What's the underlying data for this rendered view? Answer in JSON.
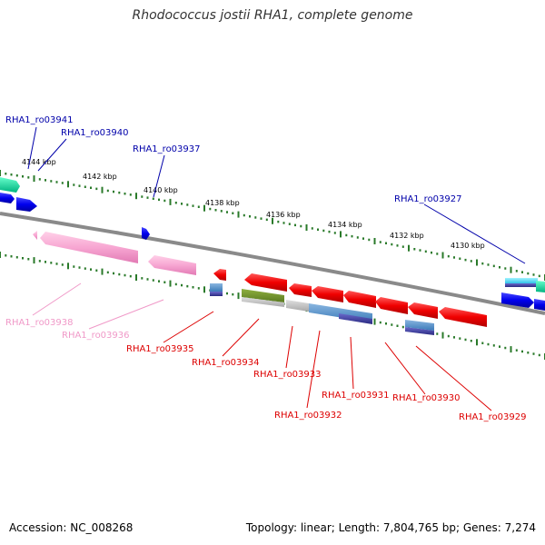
{
  "title": "Rhodococcus jostii RHA1, complete genome",
  "footer": {
    "accession": "Accession: NC_008268",
    "summary": "Topology: linear; Length: 7,804,765 bp; Genes: 7,274"
  },
  "colors": {
    "backbone": "#8a8a8a",
    "ticks": "#2a7a2a",
    "blue_label": "#0000aa",
    "pink_label": "#f099c8",
    "red_label": "#dd0000"
  },
  "scale_labels": [
    {
      "text": "4144 kbp",
      "kbp": 4144
    },
    {
      "text": "4142 kbp",
      "kbp": 4142
    },
    {
      "text": "4140 kbp",
      "kbp": 4140
    },
    {
      "text": "4138 kbp",
      "kbp": 4138
    },
    {
      "text": "4136 kbp",
      "kbp": 4136
    },
    {
      "text": "4134 kbp",
      "kbp": 4134
    },
    {
      "text": "4132 kbp",
      "kbp": 4132
    },
    {
      "text": "4130 kbp",
      "kbp": 4130
    }
  ],
  "gene_labels": [
    {
      "name": "RHA1_ro03941",
      "color": "blue"
    },
    {
      "name": "RHA1_ro03940",
      "color": "blue"
    },
    {
      "name": "RHA1_ro03937",
      "color": "blue"
    },
    {
      "name": "RHA1_ro03927",
      "color": "blue"
    },
    {
      "name": "RHA1_ro03938",
      "color": "pink"
    },
    {
      "name": "RHA1_ro03936",
      "color": "pink"
    },
    {
      "name": "RHA1_ro03935",
      "color": "red"
    },
    {
      "name": "RHA1_ro03934",
      "color": "red"
    },
    {
      "name": "RHA1_ro03933",
      "color": "red"
    },
    {
      "name": "RHA1_ro03932",
      "color": "red"
    },
    {
      "name": "RHA1_ro03931",
      "color": "red"
    },
    {
      "name": "RHA1_ro03930",
      "color": "red"
    },
    {
      "name": "RHA1_ro03929",
      "color": "red"
    }
  ]
}
